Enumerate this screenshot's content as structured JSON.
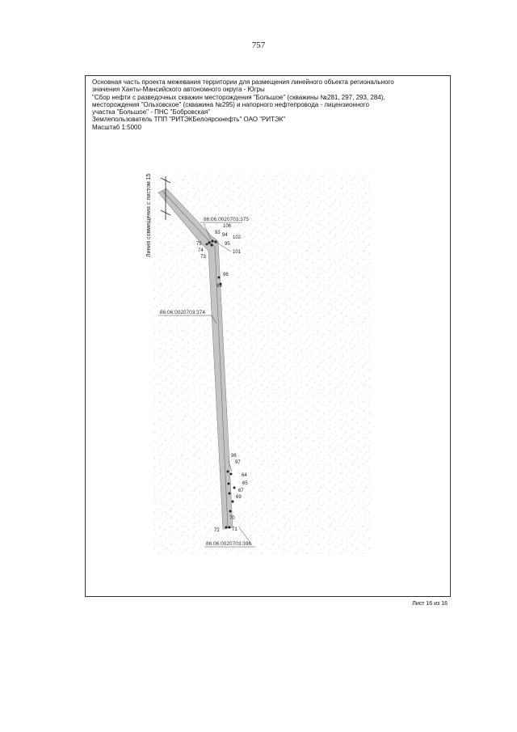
{
  "page_number": "757",
  "header": {
    "lines": [
      "Основная часть проекта межевания территории для размещения линейного объекта регионального",
      "значения Ханты-Мансийского автономного округа - Югры",
      "\"Сбор нефти с разведочных скважин месторождения \"Большое\" (скважины №281, 297, 293, 284),",
      "месторождения \"Ольховское\" (скважина №295) и напорного нефтепровода - лицензионного",
      "участка \"Большое\" - ПНС \"Бобровская\"",
      "Землепользователь ТПП \"РИТЭКБелоярскнефть\" ОАО \"РИТЭК\"",
      "Масштаб 1:5000"
    ]
  },
  "map": {
    "junction_line_label": "Линия совмещения с листом 15",
    "parcel_labels": {
      "top": "86:06:0020703:375",
      "middle": "86:06:0020703:374",
      "bottom": "86:06:0020703:396"
    },
    "points_top": [
      "106",
      "93",
      "94",
      "102",
      "95",
      "101",
      "75",
      "74",
      "73",
      "96",
      "99"
    ],
    "points_bottom": [
      "98",
      "97",
      "64",
      "65",
      "67",
      "69",
      "70",
      "72",
      "71"
    ]
  },
  "sheet_label": "Лист 16 из 16"
}
